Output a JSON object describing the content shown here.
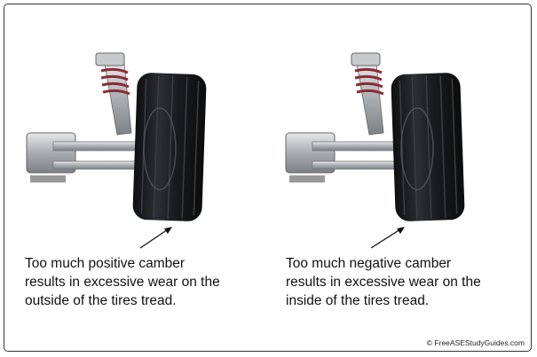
{
  "captions": {
    "left": {
      "line1": "Too much positive camber",
      "line2": "results in excessive wear on the",
      "line3": "outside of the tires tread."
    },
    "right": {
      "line1": "Too much negative camber",
      "line2": "results in excessive wear on the",
      "line3": "inside of the tires tread."
    }
  },
  "credit": "© FreeASEStudyGuides.com",
  "colors": {
    "tire": "#1c1d20",
    "metal": "#b9bcc0",
    "spring": "#8a2c34",
    "frame": "#333333"
  }
}
